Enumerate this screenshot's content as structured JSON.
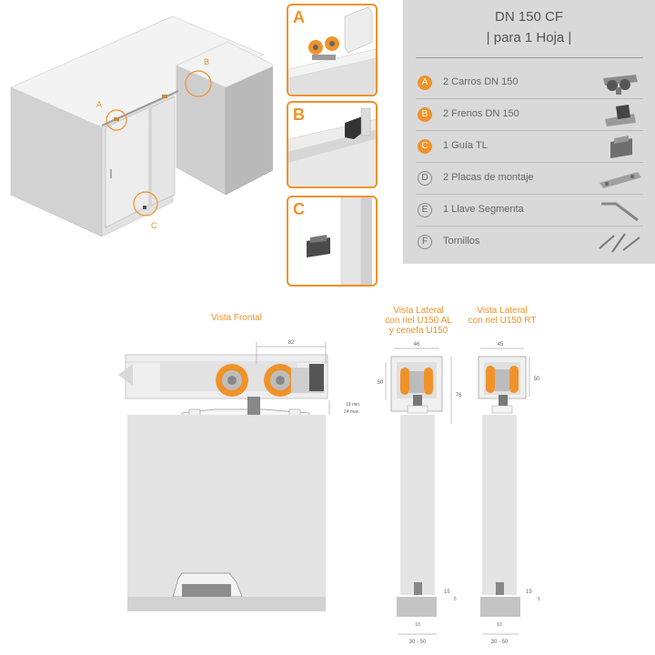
{
  "details": [
    {
      "tag": "A"
    },
    {
      "tag": "B"
    },
    {
      "tag": "C"
    }
  ],
  "iso_labels": {
    "a": "A",
    "b": "B",
    "c": "C"
  },
  "kit": {
    "title": "DN 150 CF",
    "subtitle": "| para 1 Hoja |",
    "items": [
      {
        "badge": "A",
        "label": "2 Carros DN 150",
        "style": "filled",
        "icon": "trolley-icon"
      },
      {
        "badge": "B",
        "label": "2 Frenos DN 150",
        "style": "filled",
        "icon": "brake-icon"
      },
      {
        "badge": "C",
        "label": "1 Guía TL",
        "style": "filled",
        "icon": "guide-icon"
      },
      {
        "badge": "D",
        "label": "2 Placas de montaje",
        "style": "outline",
        "icon": "mounting-plate-icon"
      },
      {
        "badge": "E",
        "label": "1 Llave Segmenta",
        "style": "outline",
        "icon": "wrench-icon"
      },
      {
        "badge": "F",
        "label": "Tornillos",
        "style": "outline",
        "icon": "screws-icon"
      }
    ]
  },
  "views": {
    "front_title": "Vista Frontal",
    "side_al_title": [
      "Vista Lateral",
      "con riel U150 AL",
      "y cenefa U150"
    ],
    "side_rt_title": [
      "Vista Lateral",
      "con riel U150 RT"
    ]
  },
  "dimensions": {
    "front_82": "82",
    "gap_min": "19 min.",
    "gap_max": "24 max.",
    "al_width": "46",
    "al_height": "50",
    "al_total": "76",
    "rt_width": "45",
    "rt_height": "50",
    "guide_15_al": "15",
    "guide_5_al": "5",
    "guide_10_al": "10",
    "floor_al": "30 - 50",
    "guide_15_rt": "15",
    "guide_5_rt": "5",
    "guide_10_rt": "10",
    "floor_rt": "30 - 50"
  },
  "colors": {
    "accent": "#f0922a",
    "panel": "#d9d9d9",
    "door": "#e4e4e4"
  }
}
